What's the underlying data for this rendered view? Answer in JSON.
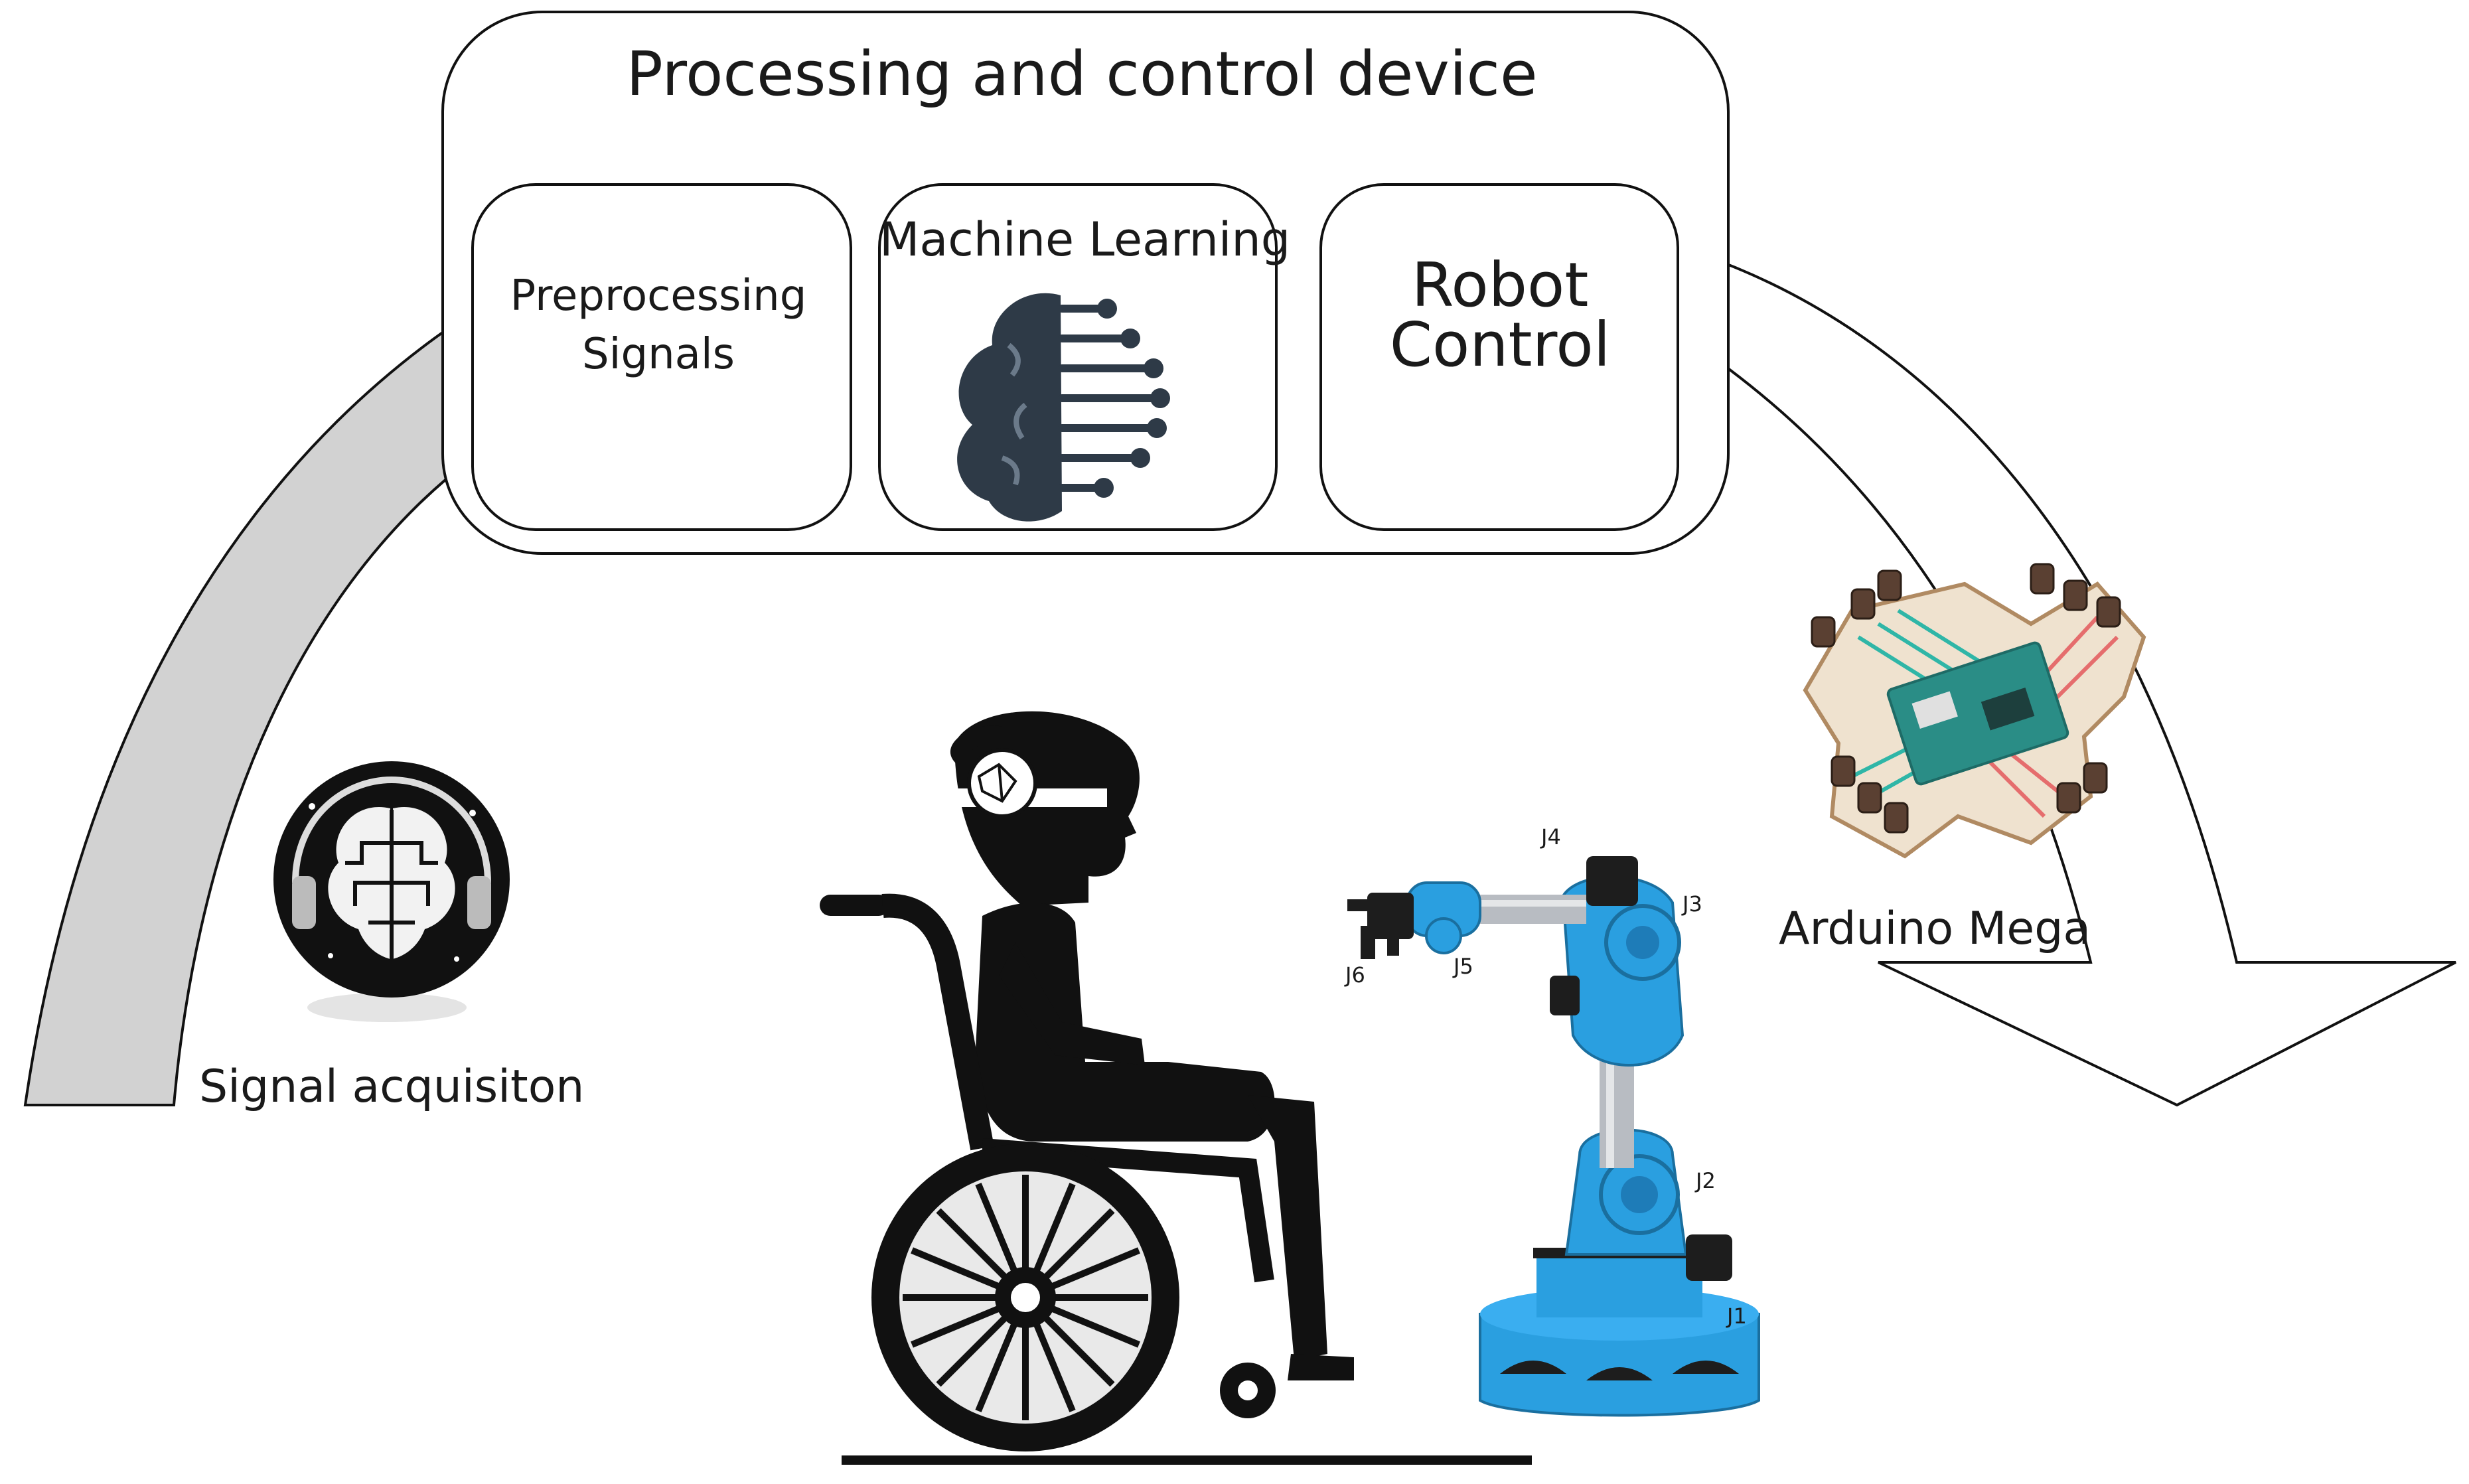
{
  "diagram": {
    "title": "Processing and control device",
    "modules": {
      "preprocessing": "Preprocessing Signals",
      "machine_learning": "Machine Learning",
      "robot_control": "Robot Control"
    },
    "signal_acquisition_label": "Signal acquisiton",
    "arduino_label": "Arduino Mega",
    "joints": {
      "j1": "J1",
      "j2": "J2",
      "j3": "J3",
      "j4": "J4",
      "j5": "J5",
      "j6": "J6"
    },
    "icons": [
      "brain-circuit-icon",
      "eeg-headset-brain-icon",
      "wheelchair-user-icon",
      "robotic-arm-icon",
      "arduino-board-icon"
    ],
    "colors": {
      "robot_blue": "#2a9fe0",
      "arrow_gray": "#d2d2d2",
      "icon_dark": "#2e3a47",
      "board_teal": "#2a8d86"
    }
  }
}
